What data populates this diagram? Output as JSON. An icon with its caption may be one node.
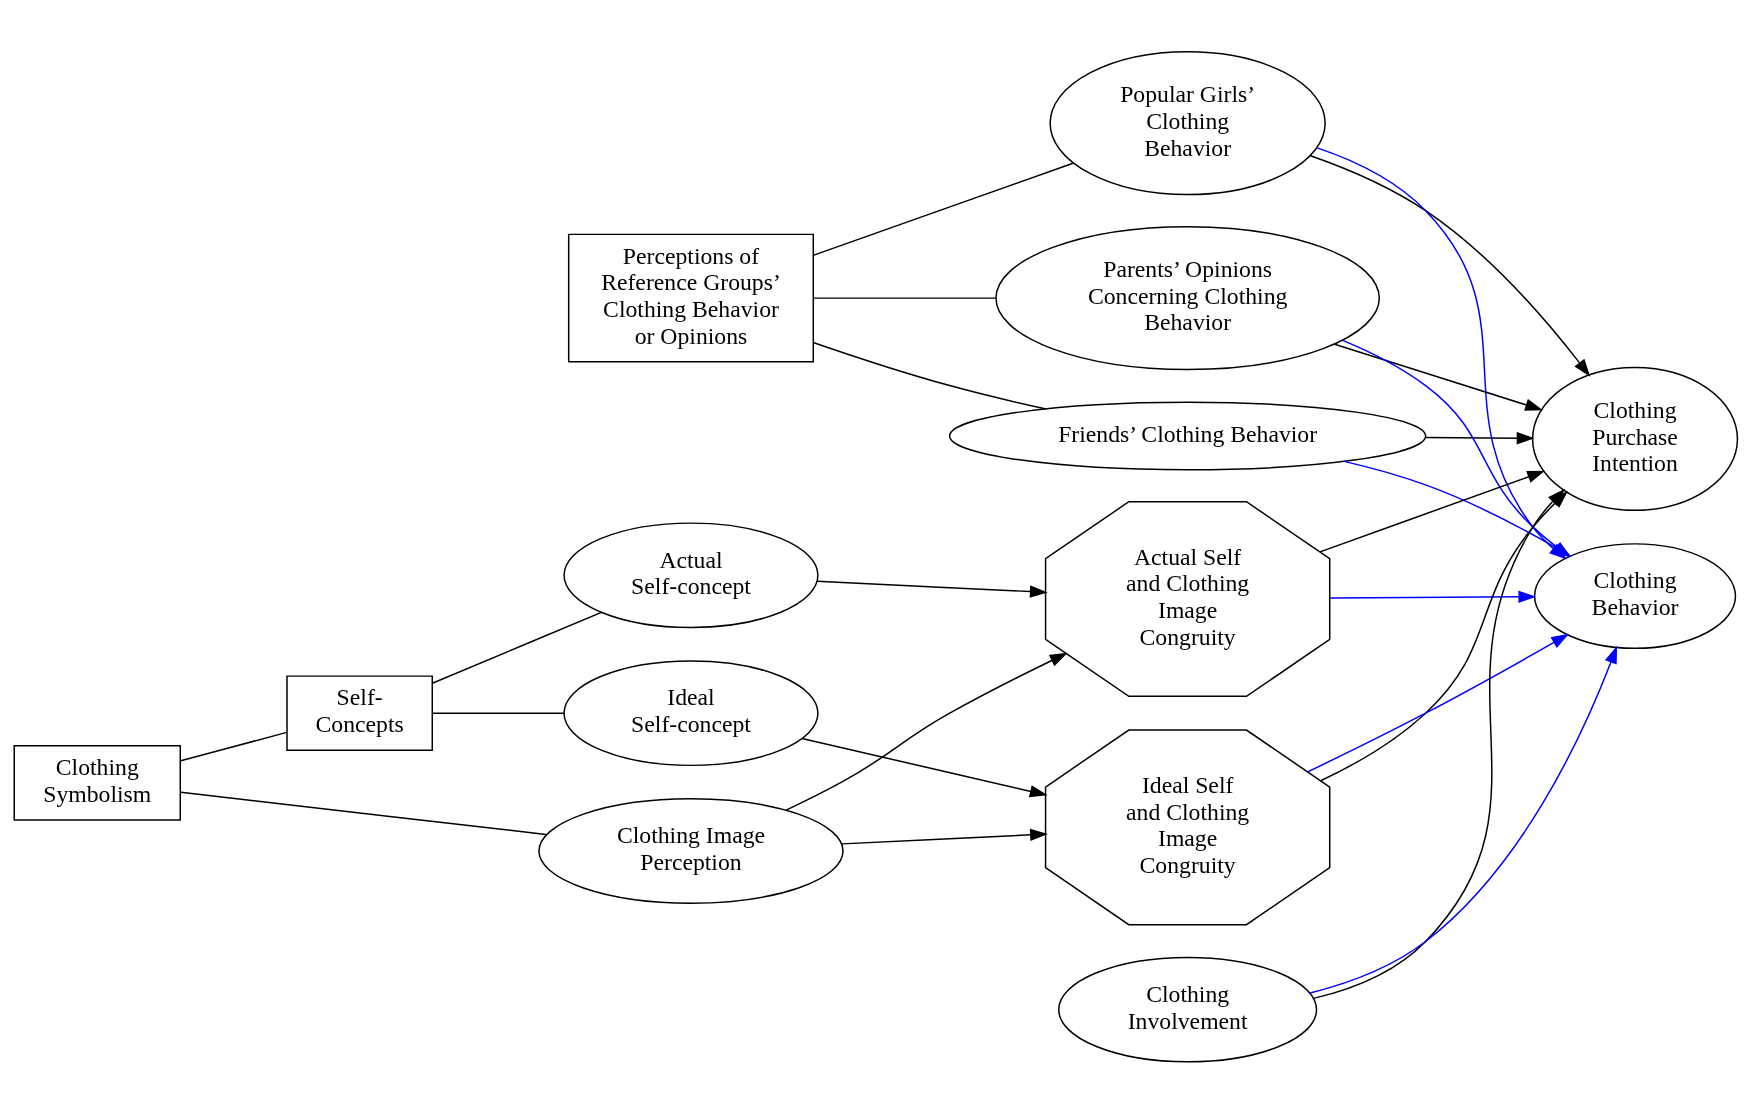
{
  "diagram": {
    "nodes": [
      {
        "text": [
          "Perceptions of Reference Groups’ Clothing Behavior or Opinions"
        ]
      },
      {
        "text": [
          "Friends’ Clothing Behavior"
        ]
      },
      {
        "text": [
          "Popular Girls’ Clothing Behavior"
        ]
      },
      {
        "text": [
          "Parents’ Opinions Concerning Clothing Behavior"
        ]
      },
      {
        "text": [
          "Clothing Purchase Intention"
        ]
      },
      {
        "text": [
          "Clothing Image Perception"
        ]
      },
      {
        "text": [
          "Clothing Symbolism"
        ]
      },
      {
        "text": [
          "Actual Self and Clothing Image Congruity"
        ]
      },
      {
        "text": [
          "Actual Self-concept"
        ]
      },
      {
        "text": [
          "Self- Concepts"
        ]
      },
      {
        "text": [
          "Ideal Self and Clothing Image Congruity"
        ]
      },
      {
        "text": [
          "Ideal Self-concept"
        ]
      },
      {
        "text": [
          "Clothing Behavior"
        ]
      },
      {
        "text": [
          "Clothing Involvement"
        ]
      }
    ],
    "edges": [
      {
        "from": 0,
        "to": 1,
        "arrow": "none"
      },
      {
        "from": 0,
        "to": 2,
        "arrow": "none"
      },
      {
        "from": 0,
        "to": 3,
        "arrow": "none"
      },
      {
        "from": 1,
        "to": 4,
        "arrow": "to"
      },
      {
        "from": 2,
        "to": 4,
        "arrow": "to"
      },
      {
        "from": 3,
        "to": 4,
        "arrow": "to"
      },
      {
        "from": 7,
        "to": 4,
        "arrow": "to"
      },
      {
        "from": 10,
        "to": 4,
        "arrow": "to"
      },
      {
        "from": 13,
        "to": 4,
        "arrow": "to"
      },
      {
        "from": 1,
        "to": 12,
        "arrow": "to",
        "color": "#0000ff"
      },
      {
        "from": 2,
        "to": 12,
        "arrow": "to",
        "color": "#0000ff"
      },
      {
        "from": 3,
        "to": 12,
        "arrow": "to",
        "color": "#0000ff"
      },
      {
        "from": 7,
        "to": 12,
        "arrow": "to",
        "color": "#0000ff"
      },
      {
        "from": 10,
        "to": 12,
        "arrow": "to",
        "color": "#0000ff"
      },
      {
        "from": 13,
        "to": 12,
        "arrow": "to",
        "color": "#0000ff"
      },
      {
        "from": 5,
        "to": 7,
        "arrow": "to"
      },
      {
        "from": 5,
        "to": 10,
        "arrow": "to"
      },
      {
        "from": 8,
        "to": 7,
        "arrow": "to"
      },
      {
        "from": 11,
        "to": 10,
        "arrow": "to"
      },
      {
        "from": 6,
        "to": 5,
        "arrow": "none"
      },
      {
        "from": 6,
        "to": 9,
        "arrow": "none"
      },
      {
        "from": 9,
        "to": 8,
        "arrow": "none"
      },
      {
        "from": 9,
        "to": 11,
        "arrow": "none"
      }
    ]
  }
}
